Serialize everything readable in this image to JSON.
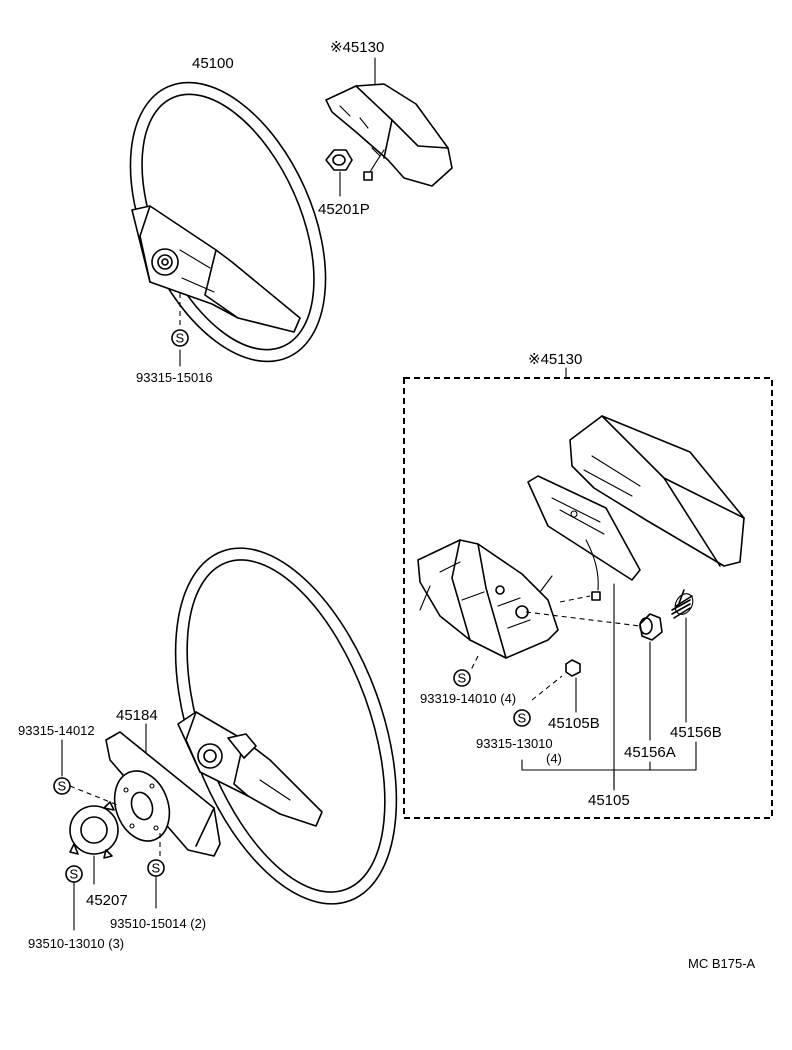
{
  "labels": {
    "wheel_top": "45100",
    "pad_top": "※45130",
    "nut": "45201P",
    "screw_top": "93315-15016",
    "pad_box": "※45130",
    "screw_93319": "93319-14010 (4)",
    "screw_93315_13010": "93315-13010",
    "qty_4": "(4)",
    "part_45105B": "45105B",
    "part_45156A": "45156A",
    "part_45156B": "45156B",
    "part_45105": "45105",
    "plate": "45184",
    "screw_93315_14012": "93315-14012",
    "ring": "45207",
    "screw_93510_15014": "93510-15014 (2)",
    "screw_93510_13010": "93510-13010 (3)",
    "code": "MC  B175-A"
  },
  "symbols": {
    "screw_marker": "S"
  }
}
